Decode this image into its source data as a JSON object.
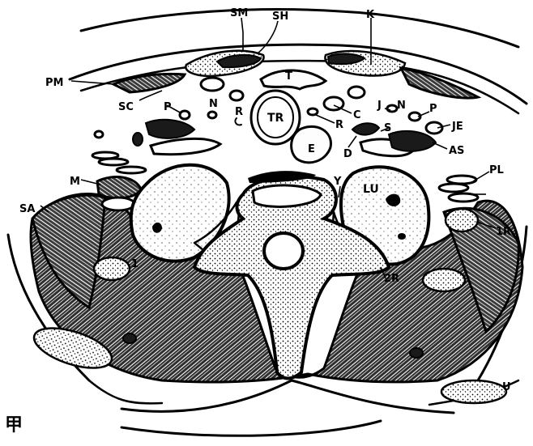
{
  "labels": {
    "SM": "SM",
    "SH": "SH",
    "K": "K",
    "PM": "PM",
    "T": "T",
    "SC": "SC",
    "P_left": "P",
    "N_left": "N",
    "R_left": "R",
    "TR": "TR",
    "R_right": "R",
    "C": "C",
    "J": "J",
    "N_right": "N",
    "P_right": "P",
    "E": "E",
    "S": "S",
    "JE": "JE",
    "D": "D",
    "AS": "AS",
    "M": "M",
    "PL": "PL",
    "SA": "SA",
    "LU": "LU",
    "Y": "Y",
    "1R": "1R",
    "rib1": "1",
    "2R": "2R",
    "U": "U",
    "corner_char": "甲"
  },
  "colors": {
    "ink": "#000000",
    "paper": "#ffffff"
  }
}
